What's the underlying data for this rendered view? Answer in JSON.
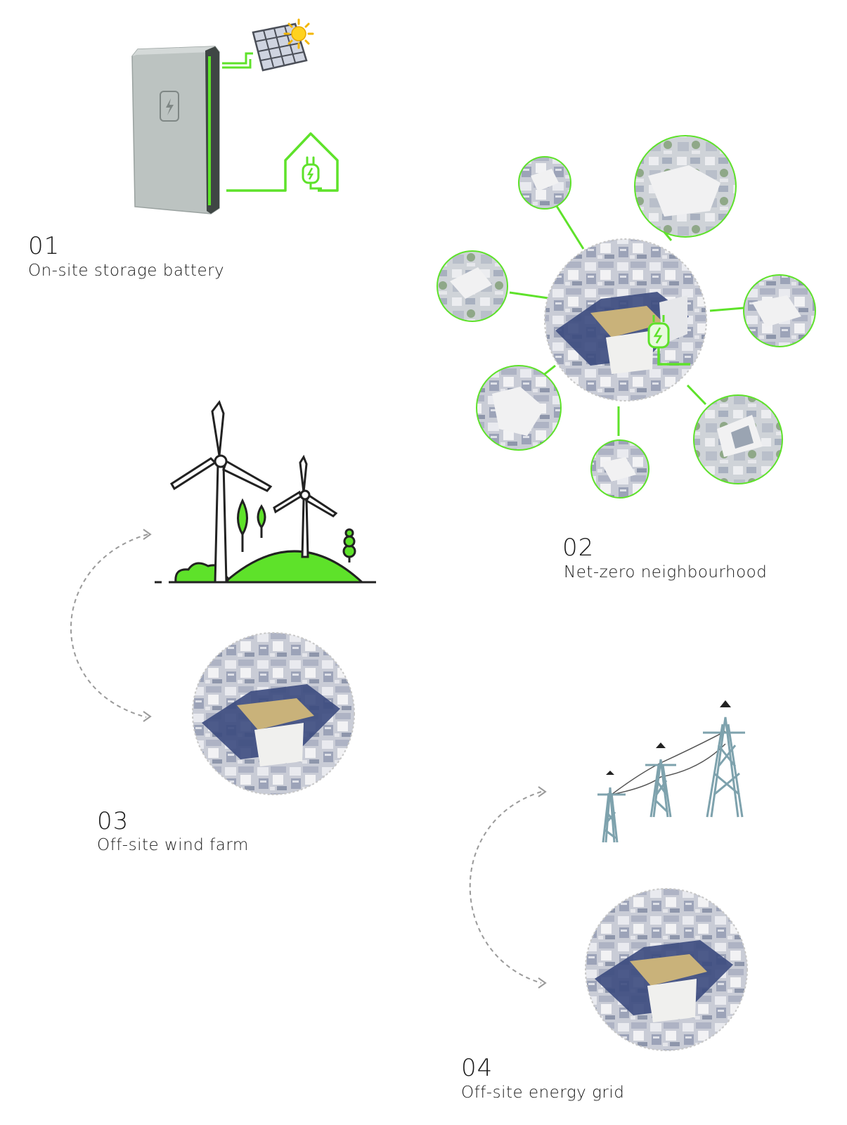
{
  "options": [
    {
      "number": "01",
      "caption": "On-site storage battery"
    },
    {
      "number": "02",
      "caption": "Net-zero neighbourhood"
    },
    {
      "number": "03",
      "caption": "Off-site wind farm"
    },
    {
      "number": "04",
      "caption": "Off-site energy grid"
    }
  ],
  "colors": {
    "accent_green": "#5ee22a",
    "battery_gray": "#bcc3c1",
    "pylon_steel": "#7ea2ad",
    "arrow_gray": "#9a9a9a"
  },
  "icons": [
    "battery-icon",
    "solar-panel-icon",
    "sun-icon",
    "house-icon",
    "plug-icon",
    "wind-turbine-icon",
    "tree-icon",
    "hill-icon",
    "power-pylon-icon",
    "aerial-photo-icon"
  ]
}
